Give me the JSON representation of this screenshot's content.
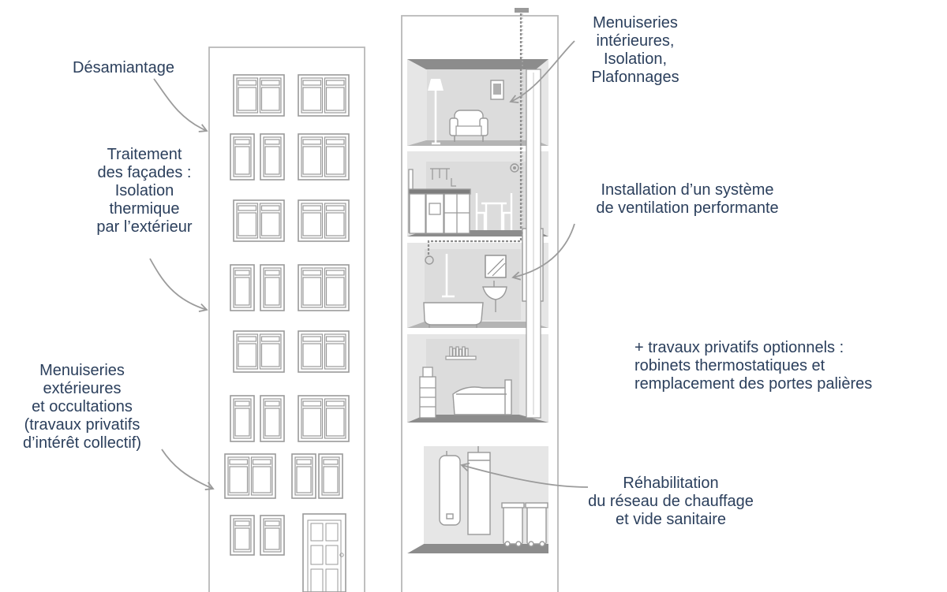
{
  "colors": {
    "text": "#2b3f5c",
    "line": "#b8b8b8",
    "arrow": "#9b9b9b",
    "room": "#e6e6e6",
    "floor": "#8c8c8c",
    "furniture": "#9a9a9a"
  },
  "labels": {
    "desamiantage": "Désamiantage",
    "facades": [
      "Traitement",
      "des façades :",
      "Isolation",
      "thermique",
      "par l’extérieur"
    ],
    "menuiseries_ext": [
      "Menuiseries",
      "extérieures",
      "et occultations",
      "(travaux privatifs",
      "d’intérêt collectif)"
    ],
    "menuiseries_int": [
      "Menuiseries",
      "intérieures,",
      "Isolation,",
      "Plafonnages"
    ],
    "ventilation": [
      "Installation d’un système",
      "de ventilation performante"
    ],
    "optionnels": [
      "+ travaux privatifs optionnels :",
      "robinets thermostatiques et",
      "remplacement des portes palières"
    ],
    "chauffage": [
      "Réhabilitation",
      "du réseau de chauffage",
      "et vide sanitaire"
    ]
  },
  "rooms": [
    "salon",
    "cuisine",
    "salle-de-bain",
    "chambre",
    "chaufferie"
  ],
  "icons": [
    "arrow-icon",
    "window-icon",
    "door-icon",
    "floor-lamp-icon",
    "armchair-icon",
    "picture-frame-icon",
    "kitchen-icon",
    "dining-table-icon",
    "bathtub-icon",
    "sink-icon",
    "mirror-icon",
    "radiator-icon",
    "bookshelf-icon",
    "bed-icon",
    "dresser-icon",
    "water-heater-icon",
    "boiler-icon",
    "bin-icon",
    "ventilation-duct-icon",
    "ventilation-fan-icon"
  ]
}
